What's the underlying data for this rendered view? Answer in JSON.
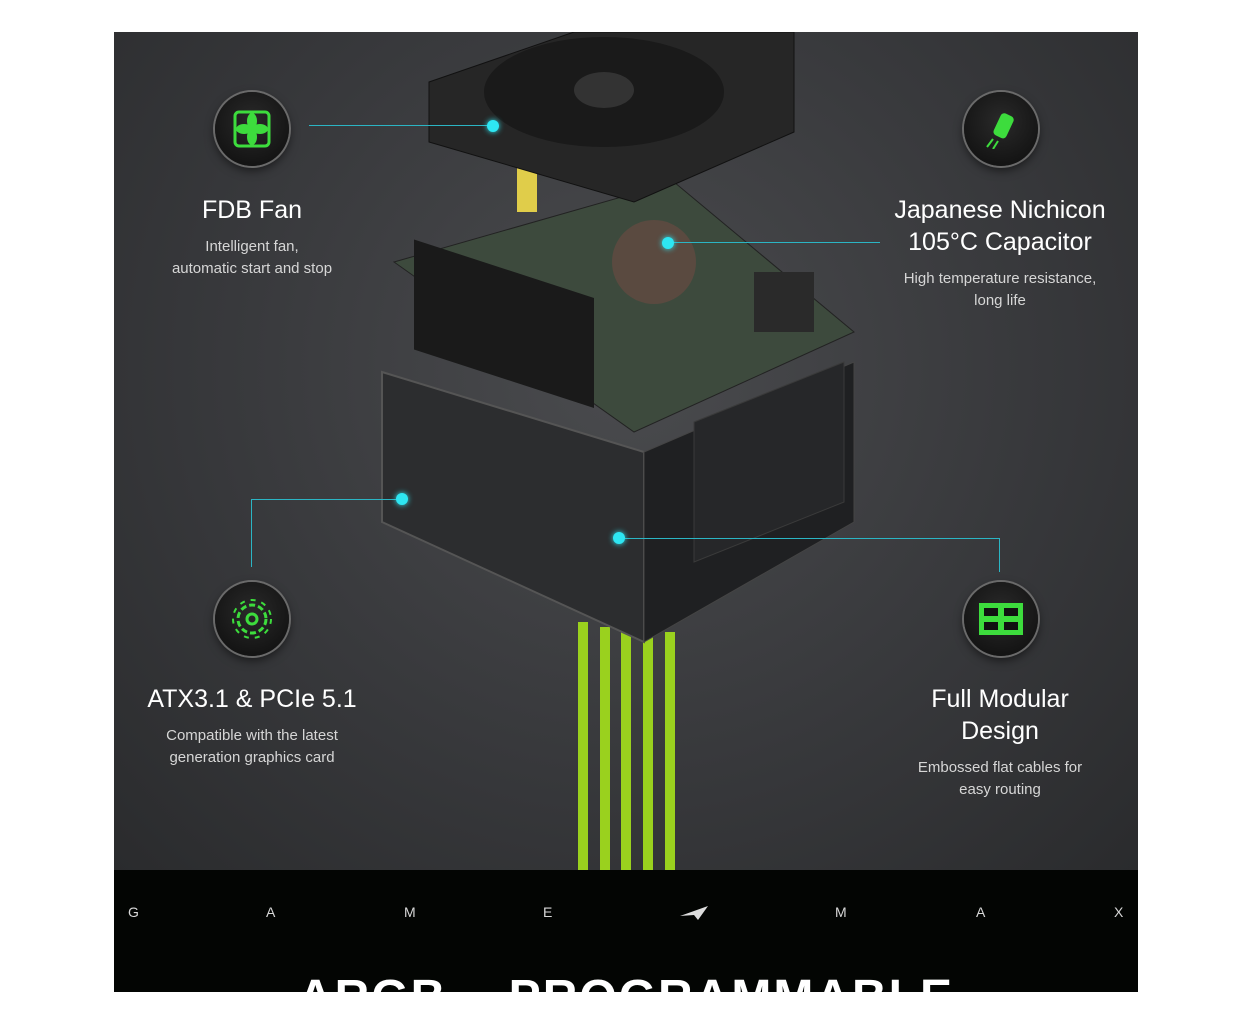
{
  "features": [
    {
      "title": "FDB Fan",
      "desc": [
        "Intelligent fan,",
        "automatic start and stop"
      ],
      "icon": "fan-icon"
    },
    {
      "title": [
        "Japanese Nichicon",
        "105°C Capacitor"
      ],
      "desc": [
        "High temperature resistance,",
        "long life"
      ],
      "icon": "capacitor-icon"
    },
    {
      "title": "ATX3.1 & PCIe 5.1",
      "desc": [
        "Compatible with the latest",
        "generation graphics card"
      ],
      "icon": "gear-icon"
    },
    {
      "title": [
        "Full Modular",
        "Design"
      ],
      "desc": [
        "Embossed flat cables for",
        "easy routing"
      ],
      "icon": "modular-icon"
    }
  ],
  "banner": {
    "letters": [
      "G",
      "A",
      "M",
      "E",
      "M",
      "A",
      "X"
    ],
    "headline": "ARGB    PROGRAMMABLE"
  },
  "colors": {
    "accent": "#2ee6f2",
    "green": "#3ddc3d",
    "cable": "#9ad11e"
  }
}
